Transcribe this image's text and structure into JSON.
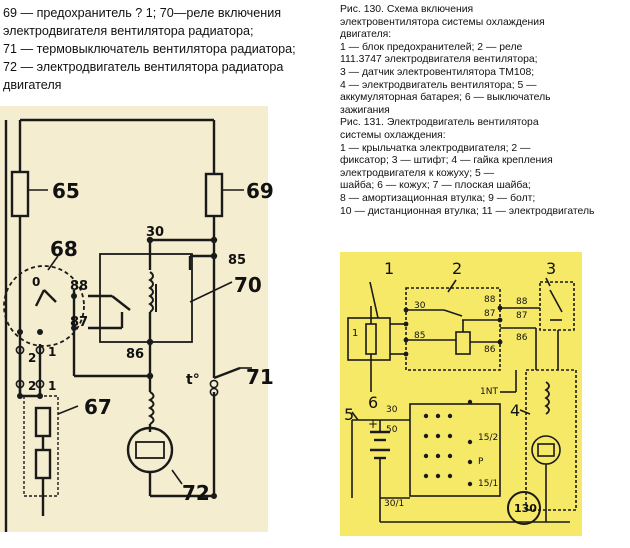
{
  "left_caption": [
    "69 — предохранитель ? 1; 70—реле включения",
    "электродвигателя вентилятора радиатора;",
    "71 — термовыключатель вентилятора радиатора;",
    "72 — электродвигатель вентилятора радиатора",
    "двигателя"
  ],
  "right_caption": [
    "Рис. 130. Схема включения",
    "электровентилятора системы охлаждения",
    "двигателя:",
    "1 — блок предохранителей; 2 — реле",
    "111.3747 электродвигателя вентилятора;",
    "3 — датчик электровентилятора ТМ108;",
    "4 — электродвигатель вентилятора; 5 —",
    "аккумуляторная батарея; 6 — выключатель",
    "зажигания",
    "Рис. 131. Электродвигатель вентилятора",
    "системы охлаждения:",
    "1 — крыльчатка электродвигателя; 2 —",
    "фиксатор; 3 — штифт; 4 — гайка крепления",
    "электродвигателя к кожуху; 5 —",
    "шайба; 6 — кожух; 7 — плоская шайба;",
    "8 — амортизационная втулка; 9 — болт;",
    "10 — дистанционная втулка; 11 — электродвигатель"
  ],
  "left_diagram": {
    "labels": {
      "fuse_65": "65",
      "fuse_69": "69",
      "switch_68": "68",
      "pos_0": "0",
      "pos_1": "1",
      "pos_2": "2",
      "t30": "30",
      "t85": "85",
      "t88": "88",
      "t87": "87",
      "t86": "86",
      "relay_70": "70",
      "thermo_t": "t°",
      "thermo_71": "71",
      "t2": "2",
      "t1": "1",
      "t2b": "2",
      "t1b": "1",
      "block_67": "67",
      "motor_72": "72"
    }
  },
  "right_diagram": {
    "labels": {
      "n1": "1",
      "n2": "2",
      "n3": "3",
      "n4": "4",
      "n5": "5",
      "n6": "6",
      "fuse_1": "1",
      "t30": "30",
      "t85": "85",
      "t88": "88",
      "t87": "87",
      "t86": "86",
      "r88": "88",
      "r87": "87",
      "r86": "86",
      "int": "1NT",
      "s30": "30",
      "s50": "50",
      "s15_2": "15/2",
      "sP": "P",
      "s15_1": "15/1",
      "s30_1": "30/1",
      "plus": "+",
      "fig": "130"
    }
  }
}
